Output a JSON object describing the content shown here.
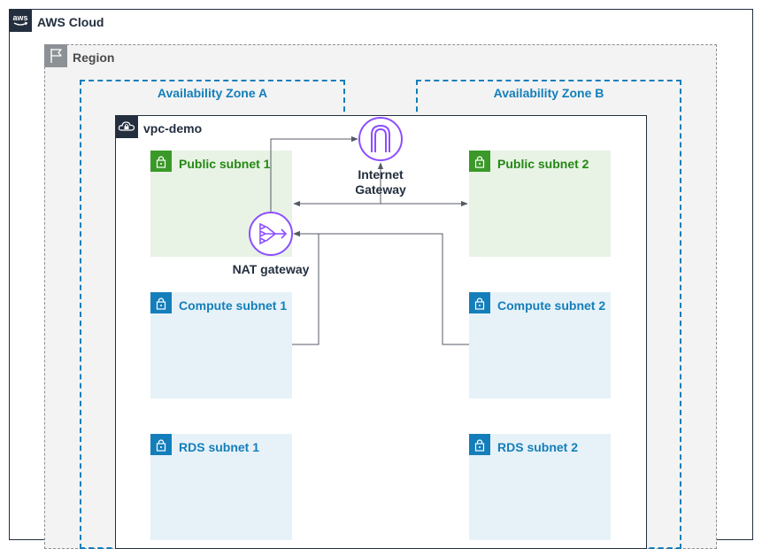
{
  "cloud": {
    "label": "AWS Cloud",
    "icon": "aws-logo-icon"
  },
  "region": {
    "label": "Region",
    "icon": "region-flag-icon"
  },
  "zones": {
    "a": "Availability Zone A",
    "b": "Availability Zone B"
  },
  "vpc": {
    "label": "vpc-demo",
    "icon": "vpc-cloud-lock-icon"
  },
  "subnets": {
    "public_1": "Public subnet 1",
    "public_2": "Public subnet 2",
    "compute_1": "Compute subnet 1",
    "compute_2": "Compute subnet 2",
    "rds_1": "RDS subnet 1",
    "rds_2": "RDS subnet 2"
  },
  "gateways": {
    "internet": "Internet Gateway",
    "nat": "NAT gateway"
  },
  "colors": {
    "cloud": "#232f3e",
    "region_border": "#8c9196",
    "zone": "#147eba",
    "public_subnet": "#3a9928",
    "private_subnet": "#147eba",
    "gateway": "#8c4fff",
    "connector": "#545b64"
  }
}
